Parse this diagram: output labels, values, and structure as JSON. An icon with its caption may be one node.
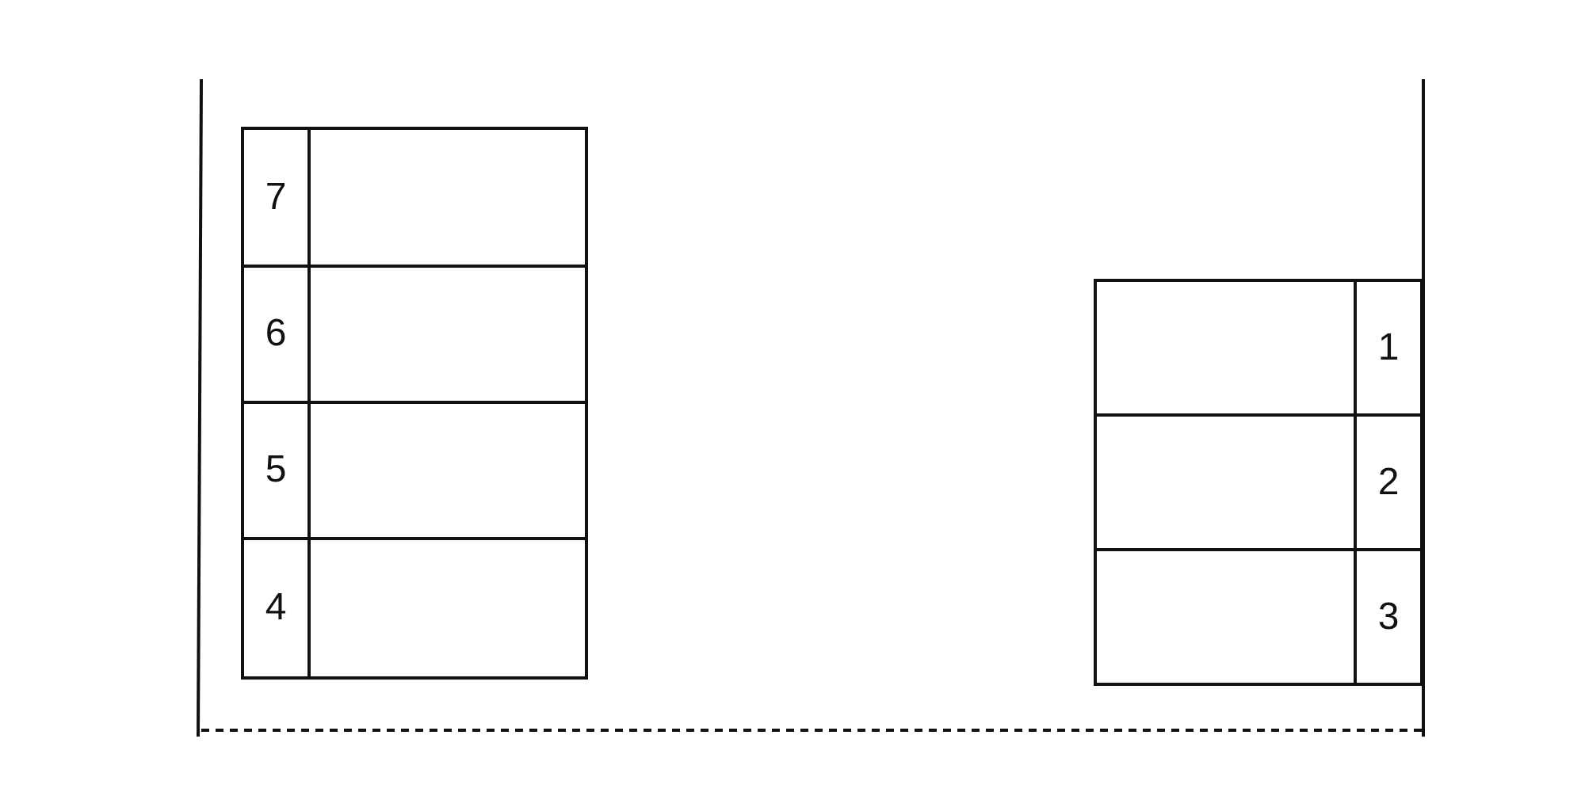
{
  "diagram": {
    "nodes": [
      {
        "text": [
          "7"
        ]
      },
      {
        "text": [
          "6"
        ]
      },
      {
        "text": [
          "5"
        ]
      },
      {
        "text": [
          "4"
        ]
      },
      {
        "text": [
          "1"
        ]
      },
      {
        "text": [
          "2"
        ]
      },
      {
        "text": [
          "3"
        ]
      }
    ],
    "edges": []
  }
}
